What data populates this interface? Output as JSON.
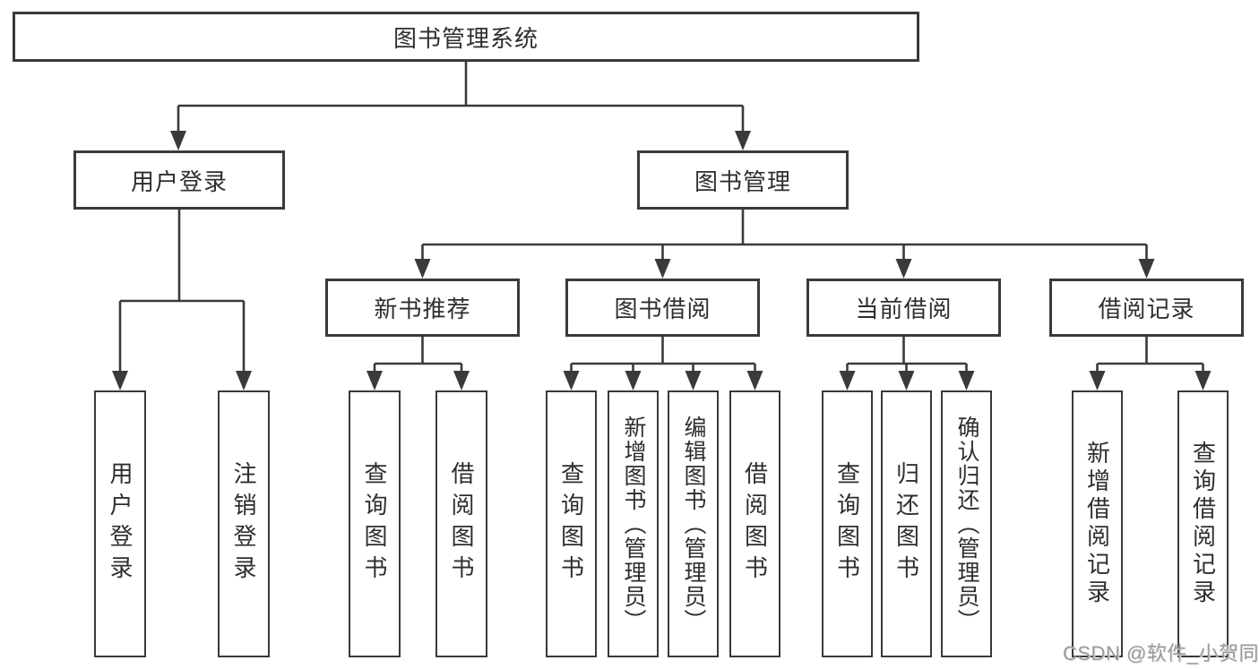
{
  "diagram": {
    "type": "tree",
    "root": {
      "label": "图书管理系统"
    },
    "branches": [
      {
        "label": "用户登录",
        "children": [
          {
            "label": "用户登录"
          },
          {
            "label": "注销登录"
          }
        ]
      },
      {
        "label": "图书管理",
        "children": [
          {
            "label": "新书推荐",
            "children": [
              {
                "label": "查询图书"
              },
              {
                "label": "借阅图书"
              }
            ]
          },
          {
            "label": "图书借阅",
            "children": [
              {
                "label": "查询图书"
              },
              {
                "label": "新增图书（管理员）"
              },
              {
                "label": "编辑图书（管理员）"
              },
              {
                "label": "借阅图书"
              }
            ]
          },
          {
            "label": "当前借阅",
            "children": [
              {
                "label": "查询图书"
              },
              {
                "label": "归还图书"
              },
              {
                "label": "确认归还（管理员）"
              }
            ]
          },
          {
            "label": "借阅记录",
            "children": [
              {
                "label": "新增借阅记录"
              },
              {
                "label": "查询借阅记录"
              }
            ]
          }
        ]
      }
    ]
  },
  "watermark": {
    "text": "CSDN @软件_小贺同学"
  },
  "colors": {
    "line": "#3a3a3a",
    "text": "#2e2e2e",
    "watermark": "#9a9a9a",
    "background": "#ffffff"
  }
}
